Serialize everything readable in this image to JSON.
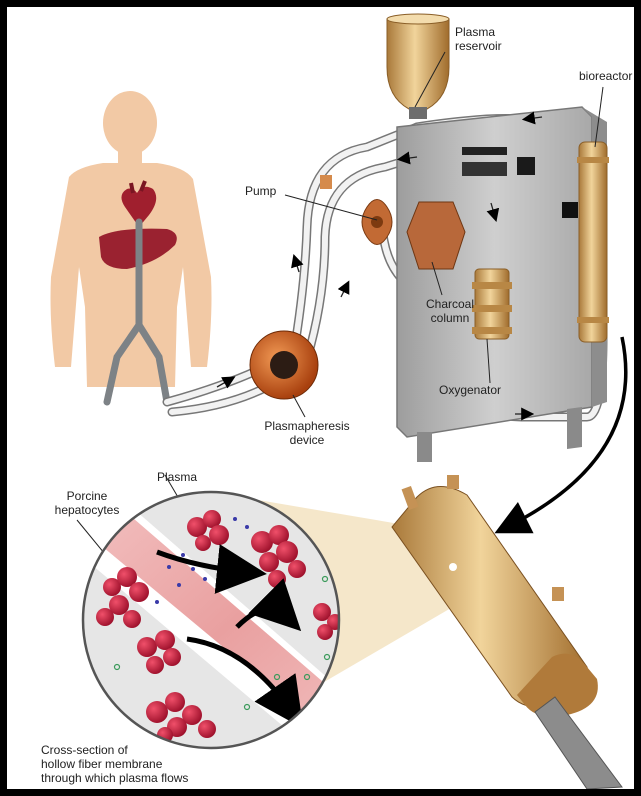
{
  "labels": {
    "plasma_reservoir": [
      "Plasma",
      "reservoir"
    ],
    "bioreactor": "bioreactor",
    "pump": "Pump",
    "charcoal_column": [
      "Charcoal",
      "column"
    ],
    "oxygenator": "Oxygenator",
    "plasmapheresis_device": [
      "Plasmapheresis",
      "device"
    ],
    "porcine_hepatocytes": [
      "Porcine",
      "hepatocytes"
    ],
    "plasma": "Plasma",
    "cross_section": [
      "Cross-section of",
      "hollow fiber membrane",
      "through which plasma flows"
    ]
  },
  "colors": {
    "skin": "#f2c9a5",
    "organ": "#b5273a",
    "cabinet": "#b8b8b8",
    "brass": "#d9b071",
    "device": "#c8581f",
    "hepatocyte": "#c8163a"
  }
}
